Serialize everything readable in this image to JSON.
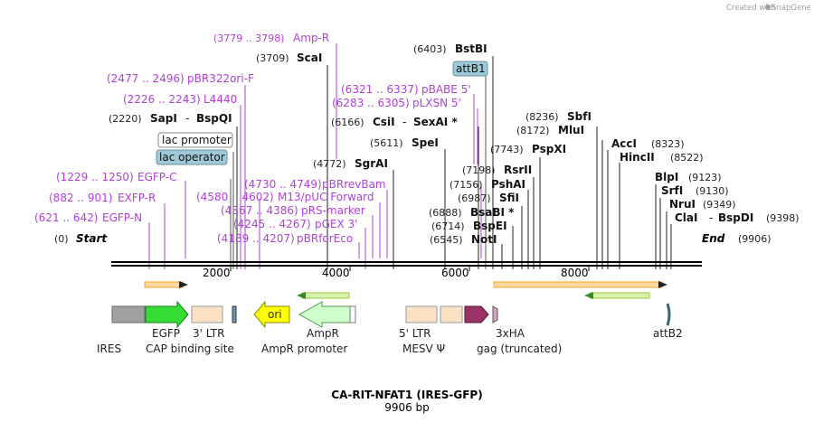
{
  "watermark": {
    "text": "Created with",
    "brand": "SnapGene"
  },
  "map": {
    "title": "CA-RIT-NFAT1 (IRES-GFP)",
    "length_label": "9906 bp",
    "start_label": "Start",
    "end_label": "End",
    "start_pos": "(0)",
    "end_pos": "(9906)",
    "ticks": [
      "2000",
      "4000",
      "6000",
      "8000"
    ]
  },
  "enzymes_left": [
    {
      "pos": "(2220)",
      "name": "SapI",
      "name2": "BspQI"
    },
    {
      "pos": "(3709)",
      "name": "ScaI"
    },
    {
      "pos": "(4772)",
      "name": "SgrAI"
    },
    {
      "pos": "(5611)",
      "name": "SpeI"
    },
    {
      "pos": "(6166)",
      "name": "CsiI",
      "name2": "SexAI *"
    },
    {
      "pos": "(6403)",
      "name": "BstBI"
    }
  ],
  "enzymes_mid": [
    {
      "pos": "(7743)",
      "name": "PspXI"
    },
    {
      "pos": "(7198)",
      "name": "RsrII"
    },
    {
      "pos": "(7156)",
      "name": "PshAI"
    },
    {
      "pos": "(6987)",
      "name": "SfiI"
    },
    {
      "pos": "(6888)",
      "name": "BsaBI *"
    },
    {
      "pos": "(6714)",
      "name": "BspEI"
    },
    {
      "pos": "(6545)",
      "name": "NotI"
    }
  ],
  "enzymes_right": [
    {
      "pos": "(8236)",
      "name": "SbfI"
    },
    {
      "pos": "(8172)",
      "name": "MluI"
    },
    {
      "pos": "(8323)",
      "name": "AccI"
    },
    {
      "pos": "(8522)",
      "name": "HincII"
    },
    {
      "pos": "(9123)",
      "name": "BlpI"
    },
    {
      "pos": "(9130)",
      "name": "SrfI"
    },
    {
      "pos": "(9349)",
      "name": "NruI"
    },
    {
      "pos": "(9398)",
      "name": "ClaI",
      "name2": "BspDI"
    }
  ],
  "primers": [
    {
      "pos": "(3779 .. 3798)",
      "name": "Amp-R"
    },
    {
      "pos": "(2477 .. 2496)",
      "name": "pBR322ori-F"
    },
    {
      "pos": "(2226 .. 2243)",
      "name": "L4440"
    },
    {
      "pos": "(6321 .. 6337)",
      "name": "pBABE 5'"
    },
    {
      "pos": "(6283 .. 6305)",
      "name": "pLXSN 5'"
    },
    {
      "pos": "(1229 .. 1250)",
      "name": "EGFP-C"
    },
    {
      "pos": "(882 .. 901)",
      "name": "EXFP-R"
    },
    {
      "pos": "(621 .. 642)",
      "name": "EGFP-N"
    },
    {
      "pos": "(4730 .. 4749)",
      "name": "pBRrevBam"
    },
    {
      "pos": "(4580 .. 4602)",
      "name": "M13/pUC Forward"
    },
    {
      "pos": "(4367 .. 4386)",
      "name": "pRS-marker"
    },
    {
      "pos": "(4245 .. 4267)",
      "name": "pGEX 3'"
    },
    {
      "pos": "(4189 .. 4207)",
      "name": "pBRforEco"
    }
  ],
  "bubbles": {
    "lac_promoter": "lac promoter",
    "lac_operator": "lac operator",
    "attB1": "attB1"
  },
  "features": {
    "ires": "IRES",
    "egfp": "EGFP",
    "cap": "CAP binding site",
    "ltr3": "3' LTR",
    "ori": "ori",
    "ampr": "AmpR",
    "ampr_promoter": "AmpR promoter",
    "ltr5": "5' LTR",
    "mesv": "MESV Ψ",
    "gag": "gag (truncated)",
    "ha": "3xHA",
    "attB2": "attB2"
  },
  "colors": {
    "egfp": "#33dd33",
    "ires": "#a0a0a0",
    "ltr": "#fce0c4",
    "ori": "#ffff00",
    "ampr": "#ccffcc",
    "gag": "#993366",
    "attb": "#87b5c8",
    "primer": "#b040d8",
    "orf_orange": "#f5a623",
    "orf_green": "#9acd32"
  }
}
